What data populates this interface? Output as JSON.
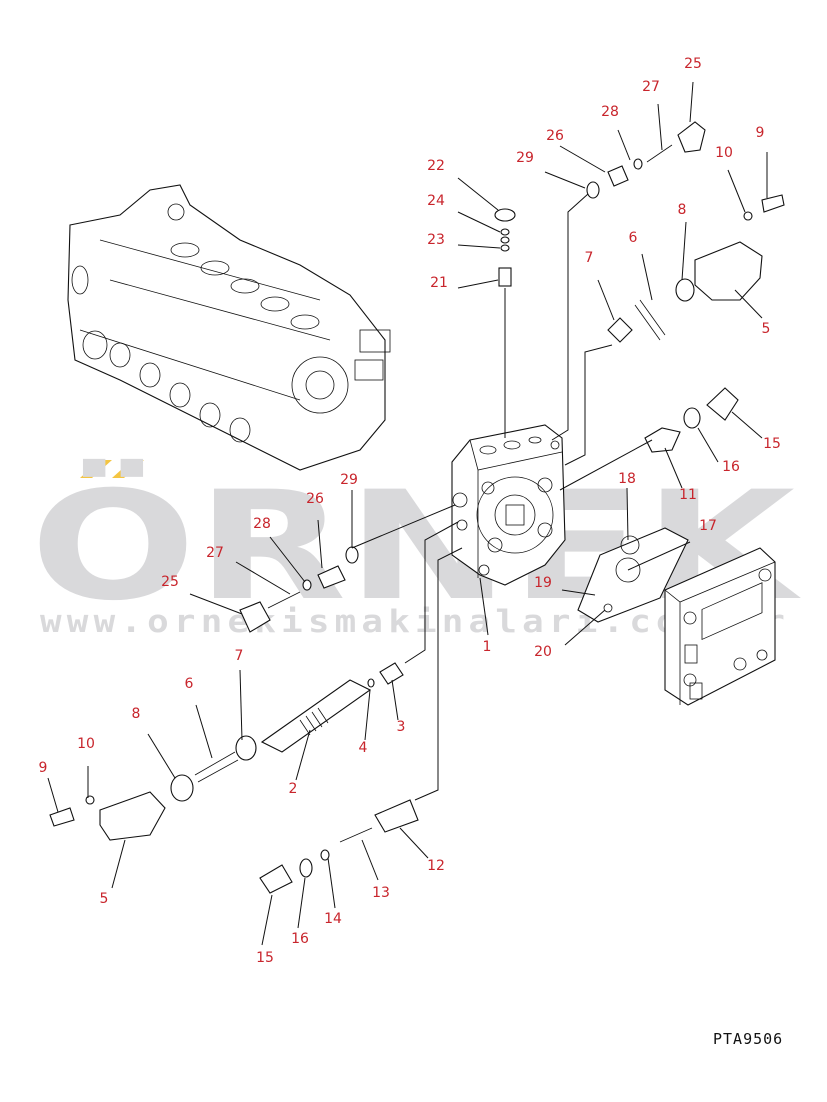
{
  "watermark": {
    "brand": "ÖRNEK",
    "url": "www.ornekismakinalari.com.tr",
    "accent_color": "#f4c542",
    "text_color": "#d9d9db"
  },
  "drawing_ref": "PTA9506",
  "label_color": "#c8252c",
  "callouts": {
    "top_25": "25",
    "top_27": "27",
    "top_28": "28",
    "top_26": "26",
    "top_29": "29",
    "top_9": "9",
    "top_10": "10",
    "top_8": "8",
    "top_6": "6",
    "top_7": "7",
    "top_5": "5",
    "l22": "22",
    "l24": "24",
    "l23": "23",
    "l21": "21",
    "r15": "15",
    "r16": "16",
    "r11": "11",
    "r18": "18",
    "r17": "17",
    "r19": "19",
    "r20": "20",
    "m1": "1",
    "m29": "29",
    "m26": "26",
    "m28": "28",
    "m27": "27",
    "m25": "25",
    "b7": "7",
    "b6": "6",
    "b8": "8",
    "b10": "10",
    "b9": "9",
    "b5": "5",
    "b2": "2",
    "b4": "4",
    "b3": "3",
    "b12": "12",
    "b13": "13",
    "b14": "14",
    "b15": "15",
    "b16": "16"
  }
}
